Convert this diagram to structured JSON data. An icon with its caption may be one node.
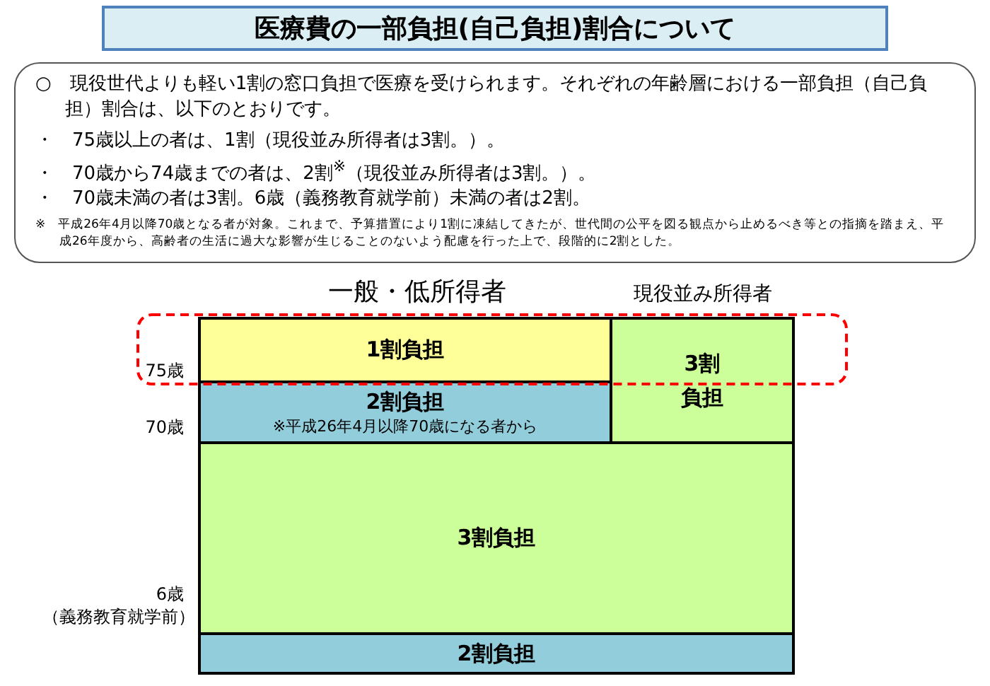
{
  "diagram": {
    "title": "医療費の一部負担(自己負担)割合について",
    "nodes": [
      {
        "text": [
          "○　現役世代よりも軽い1割の窓口負担で医療を受けられます。それぞれの年齢層における一部負担（自己負担）割合は、以下のとおりです。",
          "・　75歳以上の者は、1割（現役並み所得者は3割。）。",
          "・　70歳から74歳までの者は、2割$^{※}$（現役並み所得者は3割。）。",
          "・　70歳未満の者は3割。6歳（義務教育就学前）未満の者は2割。",
          "※　平成26年4月以降70歳となる者が対象。これまで、予算措置により1割に凍結してきたが、世代間の公平を図る観点から止めるべき等との指摘を踏まえ、平成26年度から、高齢者の生活に過大な影響が生じることのないよう配慮を行った上で、段階的に2割とした。"
        ]
      },
      {
        "text": [
          "1割負担"
        ]
      },
      {
        "text": [
          "2割負担",
          "※平成26年4月以降70歳になる者から"
        ]
      },
      {
        "text": [
          "3割負担"
        ]
      },
      {
        "text": [
          "3割負担"
        ]
      },
      {
        "text": [
          "2割負担"
        ]
      }
    ],
    "labels": [
      "一般・低所得者",
      "現役並み所得者",
      "75歳",
      "70歳",
      "6歳",
      "（義務教育就学前）"
    ]
  }
}
